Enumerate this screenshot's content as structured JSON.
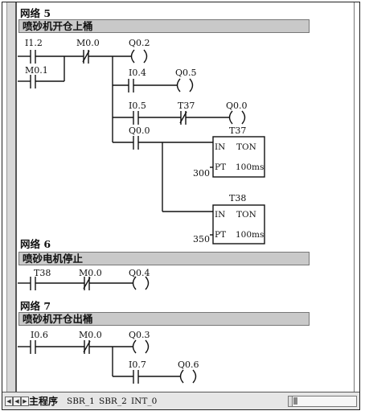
{
  "networks": [
    {
      "title": "网络 5",
      "comment": "喷砂机开仓上桶",
      "labels": {
        "i1_2": "I1.2",
        "m0_0": "M0.0",
        "q0_2": "Q0.2",
        "m0_1": "M0.1",
        "i0_4": "I0.4",
        "q0_5": "Q0.5",
        "i0_5": "I0.5",
        "t37_contact": "T37",
        "q0_0_coil": "Q0.0",
        "q0_0_contact": "Q0.0"
      },
      "timers": [
        {
          "name": "T37",
          "in": "IN",
          "type": "TON",
          "pt_label": "PT",
          "pt_value": "300",
          "base": "100ms"
        },
        {
          "name": "T38",
          "in": "IN",
          "type": "TON",
          "pt_label": "PT",
          "pt_value": "350",
          "base": "100ms"
        }
      ]
    },
    {
      "title": "网络 6",
      "comment": "喷砂电机停止",
      "labels": {
        "t38": "T38",
        "m0_0": "M0.0",
        "q0_4": "Q0.4"
      }
    },
    {
      "title": "网络 7",
      "comment": "喷砂机开仓出桶",
      "labels": {
        "i0_6": "I0.6",
        "m0_0": "M0.0",
        "q0_3": "Q0.3",
        "i0_7": "I0.7",
        "q0_6": "Q0.6"
      }
    }
  ],
  "tabs": {
    "main": "主程序",
    "sbr1": "SBR_1",
    "sbr2": "SBR_2",
    "int0": "INT_0"
  }
}
